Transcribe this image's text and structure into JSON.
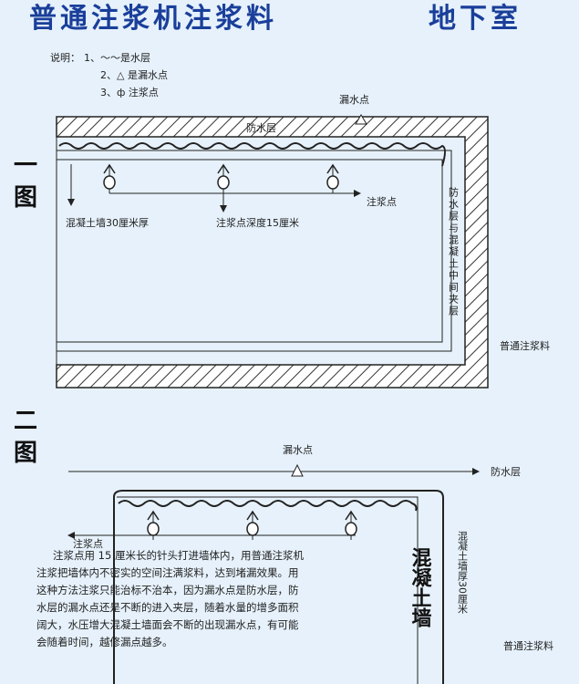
{
  "title": "普通注浆机注浆料",
  "subtitle": "地下室",
  "legend": {
    "heading": "说明：",
    "item1": "1、～～是水层",
    "item2": "2、△ 是漏水点",
    "item3": "3、ф 注浆点"
  },
  "fig1": {
    "label_top": "一",
    "label_bottom": "图",
    "leak_point": "漏水点",
    "waterproof": "防水层",
    "wall": "混凝土墙30厘米厚",
    "depth": "注浆点深度15厘米",
    "grout_point": "注浆点",
    "interlayer": "防水层与混凝土中间夹层",
    "material": "普通注浆料"
  },
  "fig2": {
    "label_top": "二",
    "label_bottom": "图",
    "leak_point": "漏水点",
    "waterproof": "防水层",
    "grout_point": "注浆点",
    "wall_big": "混凝土墙",
    "wall_thick": "混凝土墙厚30厘米",
    "material": "普通注浆料",
    "paragraph": [
      "注浆点用 15 厘米长的针头打进墙体内，用普通注浆机",
      "注浆把墙体内不密实的空间注满浆料，达到堵漏效果。用",
      "这种方法注浆只能治标不治本，因为漏水点是防水层，防",
      "水层的漏水点还是不断的进入夹层，随着水量的增多面积",
      "阔大，水压增大混凝土墙面会不断的出现漏水点，有可能",
      "会随着时间，越修漏点越多。"
    ]
  }
}
